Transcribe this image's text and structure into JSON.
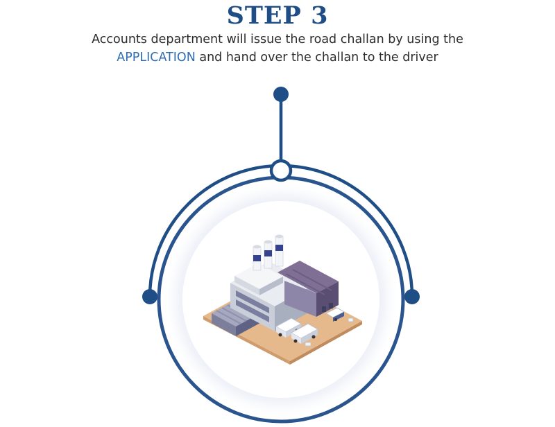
{
  "step": {
    "title": "STEP 3"
  },
  "description": {
    "part1": "Accounts  department will issue the road challan by using the ",
    "highlight": "APPLICATION",
    "part2": " and hand over the challan to the driver"
  },
  "colors": {
    "primary": "#1f4e86",
    "highlight": "#2f6eb3",
    "text": "#2b2b2b",
    "inner_ring": "#2a548e"
  },
  "illustration": {
    "icon": "factory-icon"
  }
}
